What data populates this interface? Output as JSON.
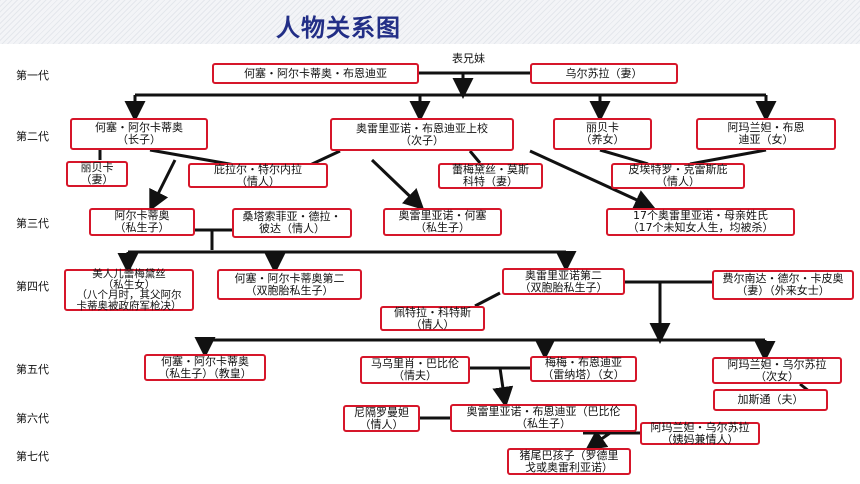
{
  "title": "人物关系图",
  "generations": [
    "第一代",
    "第二代",
    "第三代",
    "第四代",
    "第五代",
    "第六代",
    "第七代"
  ],
  "cousins_label": "表兄妹",
  "people": {
    "jose_arcadio_buendia": "何塞・阿尔卡蒂奥・布恩迪亚",
    "ursula": "乌尔苏拉（妻）",
    "jose_arcadio_1": "何塞・阿尔卡蒂奥\n（长子）",
    "aureliano_colonel": "奥雷里亚诺・布恩迪亚上校\n（次子）",
    "rebeca": "丽贝卡\n（养女）",
    "amaranta": "阿玛兰妲・布恩\n迪亚（女）",
    "rebeca_wife": "丽贝卡\n（妻）",
    "pilar_ternera": "庇拉尔・特尔内拉\n（情人）",
    "remedios_moscote": "蕾梅黛丝・莫斯\n科特（妻）",
    "pietro_crespi": "皮埃特罗・克雷斯庇\n（情人）",
    "arcadio": "阿尔卡蒂奥\n（私生子）",
    "santa_sofia": "桑塔索菲亚・德拉・\n彼达（情人）",
    "aureliano_jose": "奥雷里亚诺・何塞\n（私生子）",
    "seventeen_aurelianos": "17个奥雷里亚诺・母亲姓氏\n（17个未知女人生，均被杀）",
    "remedios_beauty": "美人儿蕾梅黛丝\n（私生女）\n（八个月时，其父阿尔\n卡蒂奥被政府军枪决）",
    "jose_arcadio_segundo": "何塞・阿尔卡蒂奥第二\n（双胞胎私生子）",
    "aureliano_segundo": "奥雷里亚诺第二\n（双胞胎私生子）",
    "fernanda": "费尔南达・德尔・卡皮奥\n（妻）（外来女士）",
    "petra_cotes": "佩特拉・科特斯\n（情人）",
    "jose_arcadio_priest": "何塞・阿尔卡蒂奥\n（私生子）（教皇）",
    "mauricio": "马乌里肖・巴比伦\n（情夫）",
    "meme": "梅梅・布恩迪亚\n（雷纳塔）（女）",
    "amaranta_ursula": "阿玛兰妲・乌尔苏拉\n（次女）",
    "gaston": "加斯通（夫）",
    "nigromanta": "尼隔罗曼妲\n（情人）",
    "aureliano_babilonia": "奥雷里亚诺・布恩迪亚（巴比伦\n（私生子）",
    "amaranta_ursula_2": "阿玛兰妲・乌尔苏拉\n（姨妈兼情人）",
    "pig_tail_child": "猪尾巴孩子（罗德里\n戈或奥雷利亚诺）"
  }
}
